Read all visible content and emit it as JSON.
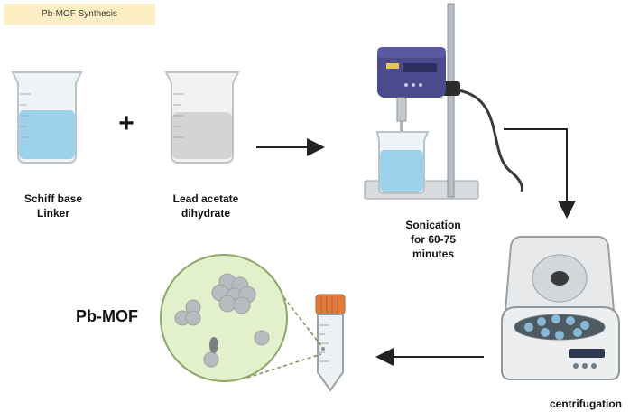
{
  "title": "Pb-MOF Synthesis",
  "steps": {
    "reagent_a": [
      "Schiff base",
      "Linker"
    ],
    "plus": "+",
    "reagent_b": [
      "Lead acetate",
      "dihydrate"
    ],
    "sonication": [
      "Sonication",
      "for 60-75",
      "minutes"
    ],
    "centrifugation": "centrifugation",
    "product": "Pb-MOF"
  },
  "colors": {
    "liquid_blue": "#8fcbe8",
    "liquid_grey": "#cfd1d1",
    "machine_purple": "#4a4a8c",
    "particle_circle": "#e2f0cc",
    "tube_cap": "#e07b3c",
    "title_badge": "#fbeec4"
  }
}
